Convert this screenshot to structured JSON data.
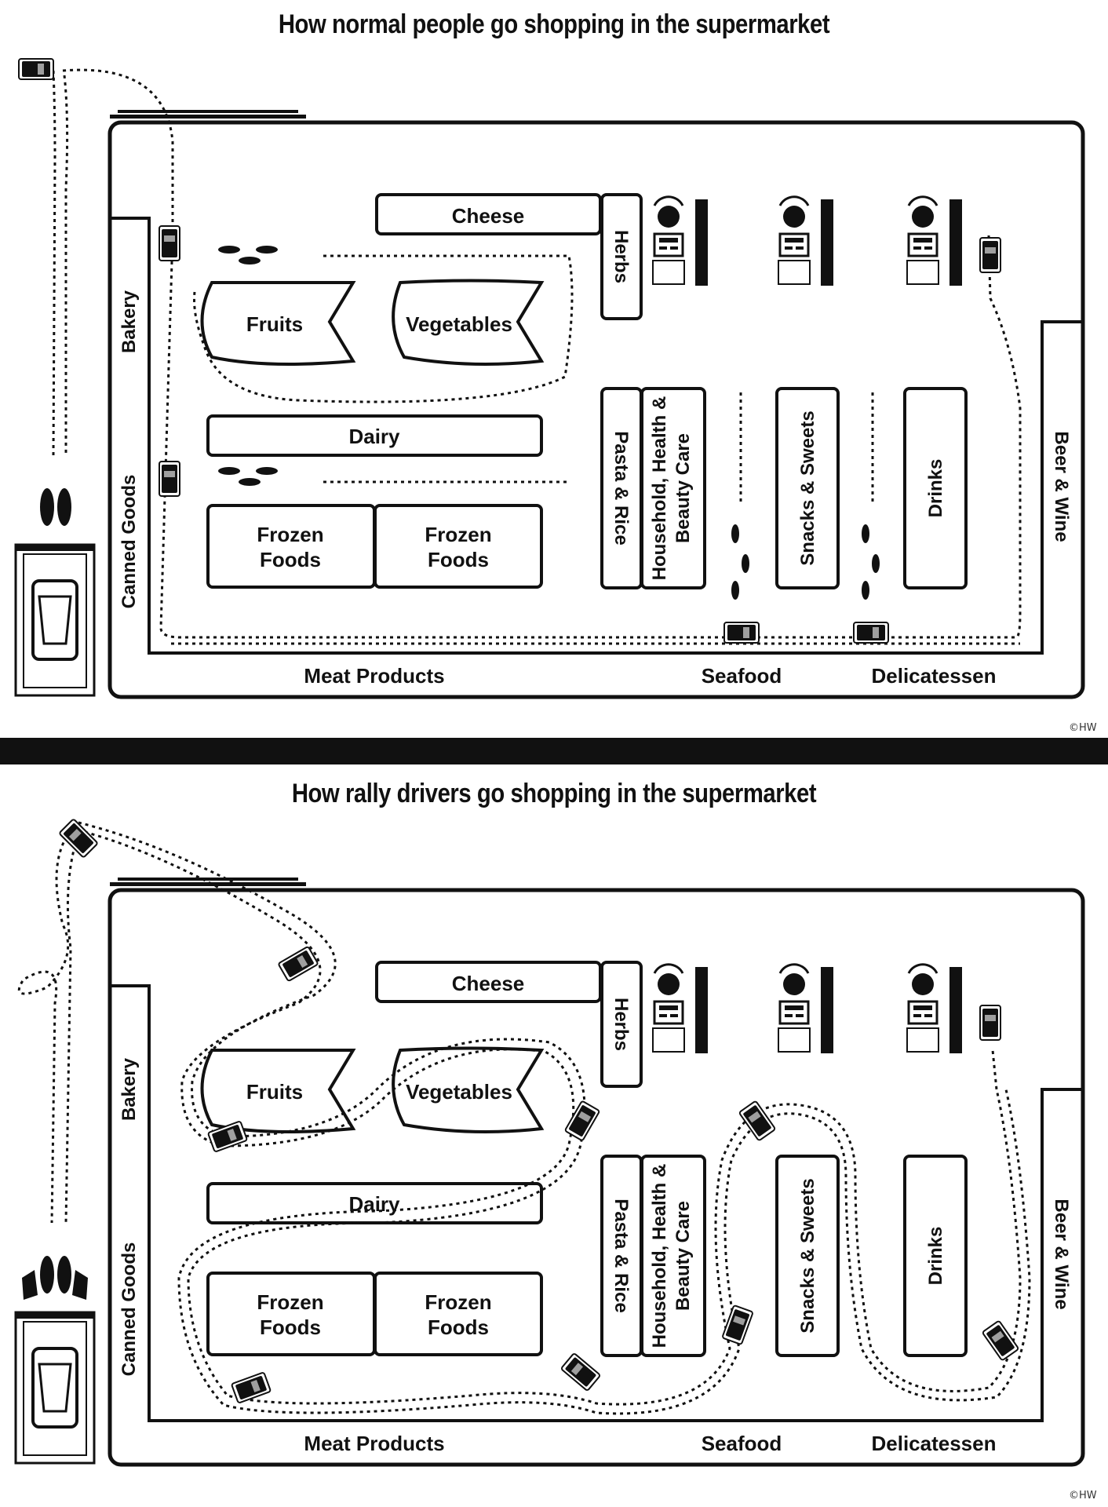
{
  "panels": [
    {
      "title": "How normal people go shopping in the supermarket",
      "copyright": "©HW"
    },
    {
      "title": "How rally drivers go shopping in the supermarket",
      "copyright": "©HW"
    }
  ],
  "sections": {
    "cheese": "Cheese",
    "herbs": "Herbs",
    "bakery": "Bakery",
    "canned_goods": "Canned Goods",
    "fruits": "Fruits",
    "vegetables": "Vegetables",
    "dairy": "Dairy",
    "frozen_foods_line1": "Frozen",
    "frozen_foods_line2": "Foods",
    "pasta_rice": "Pasta & Rice",
    "household_line1": "Household, Health &",
    "household_line2": "Beauty Care",
    "snacks_sweets": "Snacks & Sweets",
    "drinks": "Drinks",
    "beer_wine": "Beer & Wine",
    "meat_products": "Meat Products",
    "seafood": "Seafood",
    "delicatessen": "Delicatessen"
  },
  "icons": {
    "cart": "shopping-cart-icon",
    "cashier": "cash-register-icon",
    "footprints": "footprints-icon",
    "shoes": "shoes-icon",
    "car": "parked-car-icon"
  },
  "colors": {
    "ink": "#111111",
    "paper": "#ffffff"
  }
}
